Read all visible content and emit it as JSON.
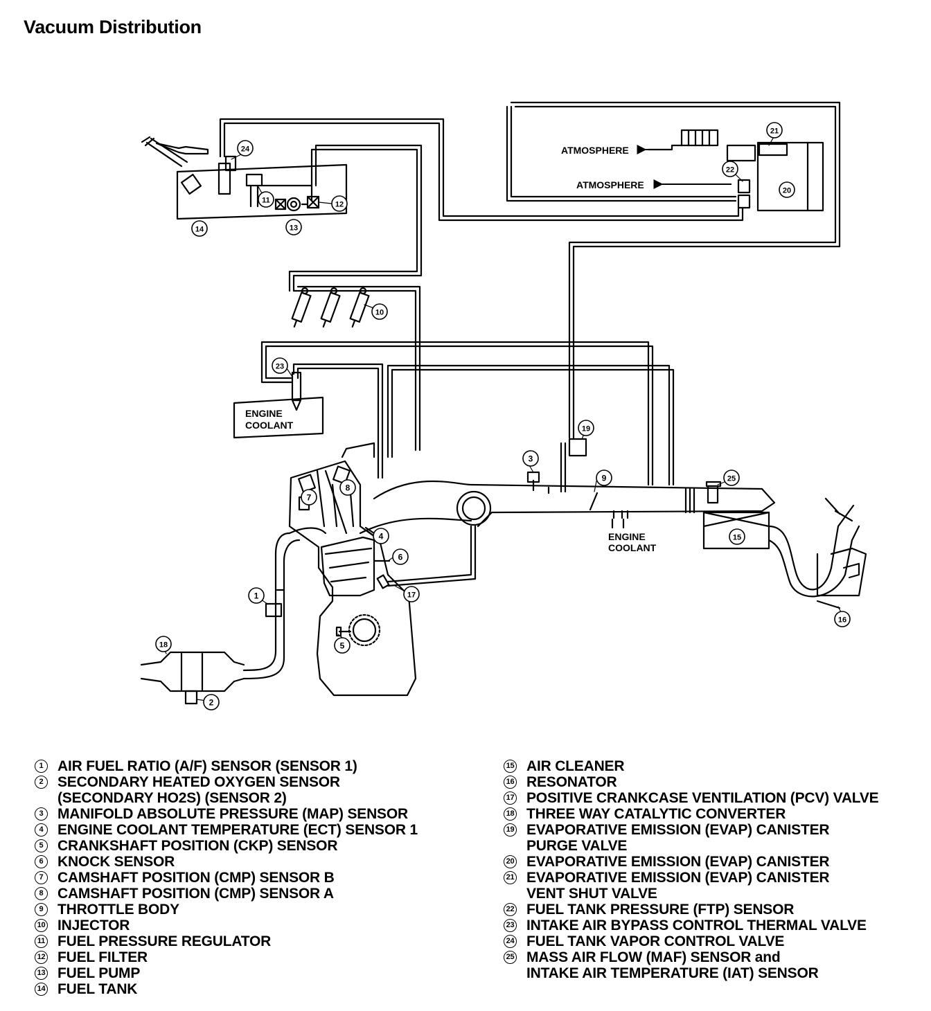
{
  "title": "Vacuum Distribution",
  "diagram_labels": {
    "atmosphere_upper": "ATMOSPHERE",
    "atmosphere_lower": "ATMOSPHERE",
    "engine_coolant_upper": "ENGINE\nCOOLANT",
    "engine_coolant_lower": "ENGINE\nCOOLANT"
  },
  "callouts": [
    "1",
    "2",
    "3",
    "4",
    "5",
    "6",
    "7",
    "8",
    "9",
    "10",
    "11",
    "12",
    "13",
    "14",
    "15",
    "16",
    "17",
    "18",
    "19",
    "20",
    "21",
    "22",
    "23",
    "24",
    "25"
  ],
  "legend_left": [
    {
      "num": "1",
      "text": "AIR FUEL RATIO (A/F) SENSOR (SENSOR 1)"
    },
    {
      "num": "2",
      "text": "SECONDARY HEATED OXYGEN SENSOR\n(SECONDARY HO2S) (SENSOR 2)"
    },
    {
      "num": "3",
      "text": "MANIFOLD ABSOLUTE PRESSURE (MAP) SENSOR"
    },
    {
      "num": "4",
      "text": "ENGINE COOLANT TEMPERATURE (ECT) SENSOR 1"
    },
    {
      "num": "5",
      "text": "CRANKSHAFT POSITION (CKP) SENSOR"
    },
    {
      "num": "6",
      "text": "KNOCK SENSOR"
    },
    {
      "num": "7",
      "text": "CAMSHAFT POSITION (CMP) SENSOR B"
    },
    {
      "num": "8",
      "text": "CAMSHAFT POSITION (CMP) SENSOR A"
    },
    {
      "num": "9",
      "text": "THROTTLE BODY"
    },
    {
      "num": "10",
      "text": "INJECTOR"
    },
    {
      "num": "11",
      "text": "FUEL PRESSURE REGULATOR"
    },
    {
      "num": "12",
      "text": "FUEL FILTER"
    },
    {
      "num": "13",
      "text": "FUEL PUMP"
    },
    {
      "num": "14",
      "text": "FUEL TANK"
    }
  ],
  "legend_right": [
    {
      "num": "15",
      "text": "AIR CLEANER"
    },
    {
      "num": "16",
      "text": "RESONATOR"
    },
    {
      "num": "17",
      "text": "POSITIVE CRANKCASE VENTILATION (PCV) VALVE"
    },
    {
      "num": "18",
      "text": "THREE WAY CATALYTIC CONVERTER"
    },
    {
      "num": "19",
      "text": "EVAPORATIVE EMISSION (EVAP) CANISTER\nPURGE VALVE"
    },
    {
      "num": "20",
      "text": "EVAPORATIVE EMISSION (EVAP) CANISTER"
    },
    {
      "num": "21",
      "text": "EVAPORATIVE EMISSION (EVAP) CANISTER\nVENT SHUT VALVE"
    },
    {
      "num": "22",
      "text": "FUEL TANK PRESSURE (FTP) SENSOR"
    },
    {
      "num": "23",
      "text": "INTAKE AIR BYPASS CONTROL THERMAL VALVE"
    },
    {
      "num": "24",
      "text": "FUEL TANK VAPOR CONTROL VALVE"
    },
    {
      "num": "25",
      "text": "MASS AIR FLOW (MAF) SENSOR and\nINTAKE AIR TEMPERATURE (IAT) SENSOR"
    }
  ]
}
